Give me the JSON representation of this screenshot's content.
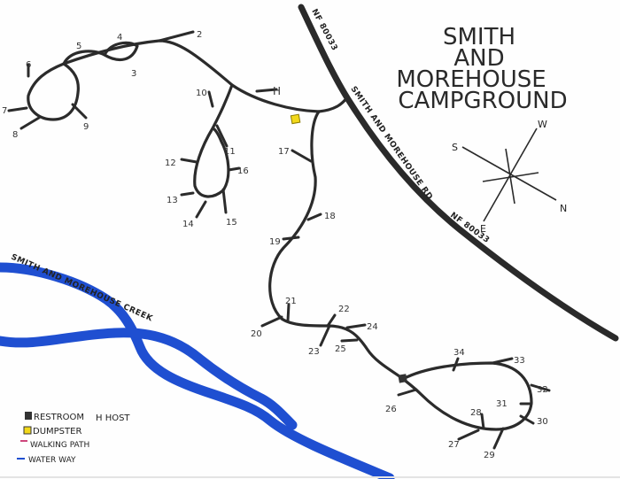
{
  "title": {
    "lines": [
      "SMITH",
      "AND",
      "MOREHOUSE",
      "CAMPGROUND"
    ]
  },
  "roads": {
    "nf_north_label": "NF 80033",
    "main_label": "SMITH AND MOREHOUSE RD",
    "nf_south_label": "NF 80033"
  },
  "creek": {
    "label": "SMITH AND MOREHOUSE CREEK",
    "color": "#1f4fd1"
  },
  "compass": {
    "n": "N",
    "s": "S",
    "e": "E",
    "w": "W"
  },
  "host": {
    "label": "H"
  },
  "sites": {
    "s2": "2",
    "s3": "3",
    "s4": "4",
    "s5": "5",
    "s6": "6",
    "s7": "7",
    "s8": "8",
    "s9": "9",
    "s10": "10",
    "s11": "11",
    "s12": "12",
    "s13": "13",
    "s14": "14",
    "s15": "15",
    "s16": "16",
    "s17": "17",
    "s18": "18",
    "s19": "19",
    "s20": "20",
    "s21": "21",
    "s22": "22",
    "s23": "23",
    "s24": "24",
    "s25": "25",
    "s26": "26",
    "s27": "27",
    "s28": "28",
    "s29": "29",
    "s30": "30",
    "s31": "31",
    "s32": "32",
    "s33": "33",
    "s34": "34"
  },
  "legend": {
    "restroom": "RESTROOM",
    "host": "H HOST",
    "dumpster": "DUMPSTER",
    "walking_path": "WALKING PATH",
    "water_way": "WATER WAY",
    "colors": {
      "restroom": "#333333",
      "dumpster": "#f2d81a",
      "walking_path": "#c2185b",
      "water_way": "#1f4fd1"
    }
  }
}
